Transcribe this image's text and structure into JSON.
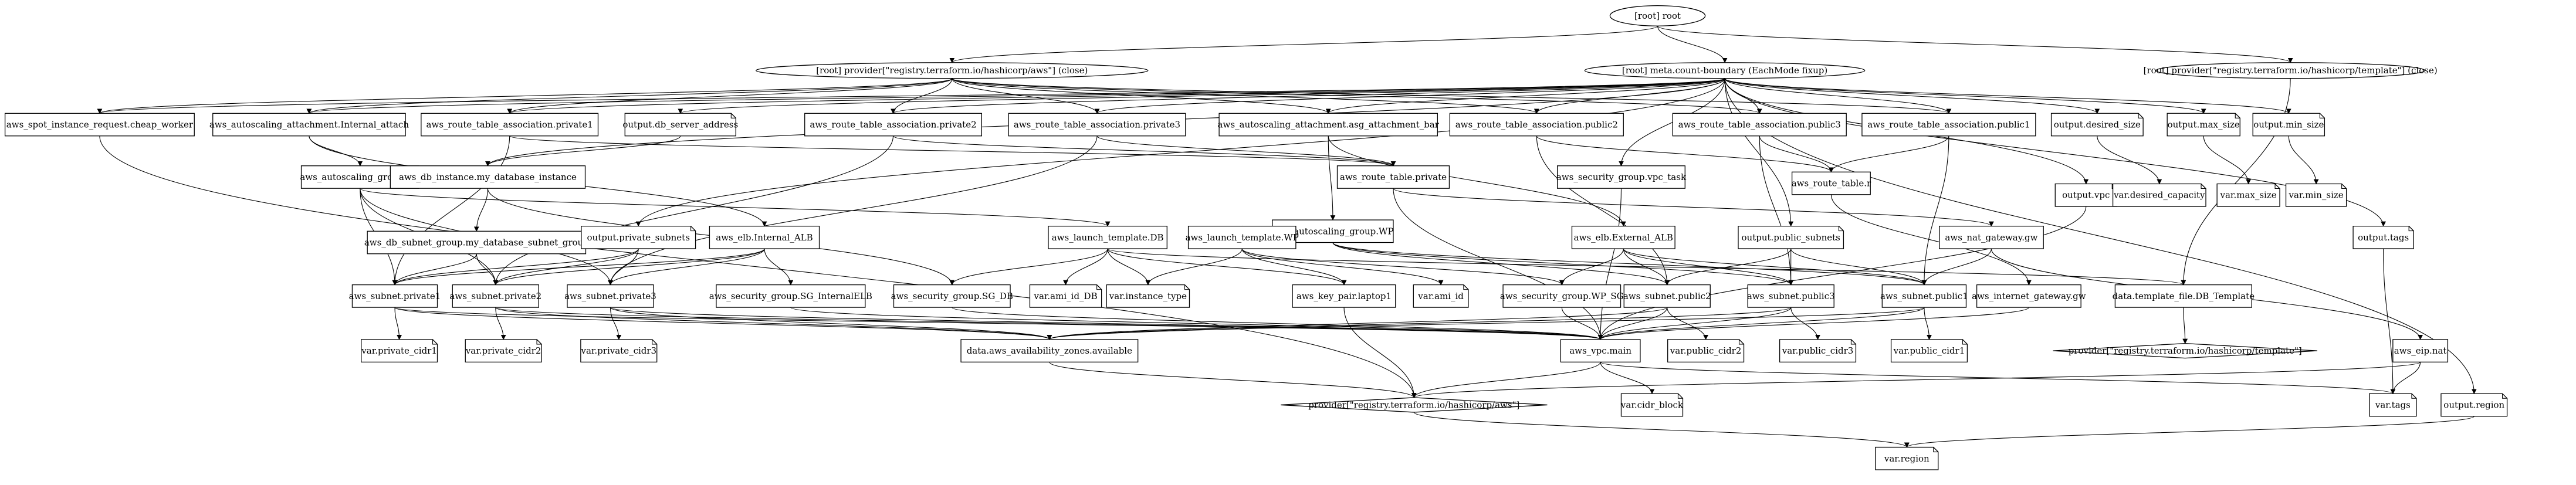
{
  "nodes": {
    "root": {
      "label": "[root] root",
      "shape": "ellipse"
    },
    "prov_aws_close": {
      "label": "[root] provider[\"registry.terraform.io/hashicorp/aws\"] (close)",
      "shape": "ellipse"
    },
    "meta": {
      "label": "[root] meta.count-boundary (EachMode fixup)",
      "shape": "ellipse"
    },
    "prov_tpl_close": {
      "label": "[root] provider[\"registry.terraform.io/hashicorp/template\"] (close)",
      "shape": "ellipse"
    },
    "spot": {
      "label": "aws_spot_instance_request.cheap_worker",
      "shape": "box"
    },
    "asa_internal": {
      "label": "aws_autoscaling_attachment.Internal_attach",
      "shape": "box"
    },
    "rta_priv1": {
      "label": "aws_route_table_association.private1",
      "shape": "box"
    },
    "out_db": {
      "label": "output.db_server_address",
      "shape": "note"
    },
    "rta_priv2": {
      "label": "aws_route_table_association.private2",
      "shape": "box"
    },
    "rta_priv3": {
      "label": "aws_route_table_association.private3",
      "shape": "box"
    },
    "asa_bar": {
      "label": "aws_autoscaling_attachment.asg_attachment_bar",
      "shape": "box"
    },
    "rta_pub2": {
      "label": "aws_route_table_association.public2",
      "shape": "box"
    },
    "rta_pub3": {
      "label": "aws_route_table_association.public3",
      "shape": "box"
    },
    "rta_pub1": {
      "label": "aws_route_table_association.public1",
      "shape": "box"
    },
    "out_desired": {
      "label": "output.desired_size",
      "shape": "note"
    },
    "out_max": {
      "label": "output.max_size",
      "shape": "note"
    },
    "out_min": {
      "label": "output.min_size",
      "shape": "note"
    },
    "asg_db": {
      "label": "aws_autoscaling_group.DB",
      "shape": "box"
    },
    "dbi": {
      "label": "aws_db_instance.my_database_instance",
      "shape": "box"
    },
    "rt_private": {
      "label": "aws_route_table.private",
      "shape": "box"
    },
    "sg_vpc_task": {
      "label": "aws_security_group.vpc_task",
      "shape": "box"
    },
    "rt_r": {
      "label": "aws_route_table.r",
      "shape": "box"
    },
    "out_vpc": {
      "label": "output.vpc",
      "shape": "note"
    },
    "var_desired": {
      "label": "var.desired_capacity",
      "shape": "note"
    },
    "var_max": {
      "label": "var.max_size",
      "shape": "note"
    },
    "var_min": {
      "label": "var.min_size",
      "shape": "note"
    },
    "asg_wp": {
      "label": "aws_autoscaling_group.WP",
      "shape": "box"
    },
    "dbsg": {
      "label": "aws_db_subnet_group.my_database_subnet_group",
      "shape": "box"
    },
    "out_priv_subnets": {
      "label": "output.private_subnets",
      "shape": "note"
    },
    "elb_internal": {
      "label": "aws_elb.Internal_ALB",
      "shape": "box"
    },
    "lt_db": {
      "label": "aws_launch_template.DB",
      "shape": "box"
    },
    "lt_wp": {
      "label": "aws_launch_template.WP",
      "shape": "box"
    },
    "elb_external": {
      "label": "aws_elb.External_ALB",
      "shape": "box"
    },
    "out_pub_subnets": {
      "label": "output.public_subnets",
      "shape": "note"
    },
    "nat_gw": {
      "label": "aws_nat_gateway.gw",
      "shape": "box"
    },
    "out_tags": {
      "label": "output.tags",
      "shape": "note"
    },
    "sub_priv1": {
      "label": "aws_subnet.private1",
      "shape": "box"
    },
    "sub_priv2": {
      "label": "aws_subnet.private2",
      "shape": "box"
    },
    "sub_priv3": {
      "label": "aws_subnet.private3",
      "shape": "box"
    },
    "sg_internal_elb": {
      "label": "aws_security_group.SG_InternalELB",
      "shape": "box"
    },
    "sg_db": {
      "label": "aws_security_group.SG_DB",
      "shape": "box"
    },
    "var_ami_db": {
      "label": "var.ami_id_DB",
      "shape": "note"
    },
    "var_instance_type": {
      "label": "var.instance_type",
      "shape": "note"
    },
    "kp": {
      "label": "aws_key_pair.laptop1",
      "shape": "box"
    },
    "var_ami_id": {
      "label": "var.ami_id",
      "shape": "note"
    },
    "sg_wp": {
      "label": "aws_security_group.WP_SG",
      "shape": "box"
    },
    "sub_pub2": {
      "label": "aws_subnet.public2",
      "shape": "box"
    },
    "sub_pub3": {
      "label": "aws_subnet.public3",
      "shape": "box"
    },
    "sub_pub1": {
      "label": "aws_subnet.public1",
      "shape": "box"
    },
    "igw": {
      "label": "aws_internet_gateway.gw",
      "shape": "box"
    },
    "tpl": {
      "label": "data.template_file.DB_Template",
      "shape": "box"
    },
    "var_priv_cidr1": {
      "label": "var.private_cidr1",
      "shape": "note"
    },
    "var_priv_cidr2": {
      "label": "var.private_cidr2",
      "shape": "note"
    },
    "var_priv_cidr3": {
      "label": "var.private_cidr3",
      "shape": "note"
    },
    "azs": {
      "label": "data.aws_availability_zones.available",
      "shape": "box"
    },
    "vpc": {
      "label": "aws_vpc.main",
      "shape": "box"
    },
    "var_pub_cidr2": {
      "label": "var.public_cidr2",
      "shape": "note"
    },
    "var_pub_cidr3": {
      "label": "var.public_cidr3",
      "shape": "note"
    },
    "var_pub_cidr1": {
      "label": "var.public_cidr1",
      "shape": "note"
    },
    "prov_tpl": {
      "label": "provider[\"registry.terraform.io/hashicorp/template\"]",
      "shape": "diamond"
    },
    "eip": {
      "label": "aws_eip.nat",
      "shape": "box"
    },
    "prov_aws": {
      "label": "provider[\"registry.terraform.io/hashicorp/aws\"]",
      "shape": "diamond"
    },
    "var_cidr": {
      "label": "var.cidr_block",
      "shape": "note"
    },
    "var_tags": {
      "label": "var.tags",
      "shape": "note"
    },
    "out_region": {
      "label": "output.region",
      "shape": "note"
    },
    "var_region": {
      "label": "var.region",
      "shape": "note"
    }
  },
  "edges": [
    [
      "root",
      "prov_aws_close"
    ],
    [
      "root",
      "meta"
    ],
    [
      "root",
      "prov_tpl_close"
    ],
    [
      "prov_aws_close",
      "spot"
    ],
    [
      "prov_aws_close",
      "asa_internal"
    ],
    [
      "prov_aws_close",
      "rta_priv1"
    ],
    [
      "prov_aws_close",
      "rta_priv2"
    ],
    [
      "prov_aws_close",
      "rta_priv3"
    ],
    [
      "prov_aws_close",
      "asa_bar"
    ],
    [
      "prov_aws_close",
      "rta_pub2"
    ],
    [
      "prov_aws_close",
      "rta_pub3"
    ],
    [
      "prov_aws_close",
      "rta_pub1"
    ],
    [
      "prov_tpl_close",
      "tpl"
    ],
    [
      "meta",
      "spot"
    ],
    [
      "meta",
      "asa_internal"
    ],
    [
      "meta",
      "out_db"
    ],
    [
      "meta",
      "rta_priv1"
    ],
    [
      "meta",
      "rta_priv2"
    ],
    [
      "meta",
      "rta_priv3"
    ],
    [
      "meta",
      "asa_bar"
    ],
    [
      "meta",
      "rta_pub2"
    ],
    [
      "meta",
      "rta_pub3"
    ],
    [
      "meta",
      "rta_pub1"
    ],
    [
      "meta",
      "out_desired"
    ],
    [
      "meta",
      "out_max"
    ],
    [
      "meta",
      "out_min"
    ],
    [
      "meta",
      "out_vpc"
    ],
    [
      "meta",
      "out_priv_subnets"
    ],
    [
      "meta",
      "out_pub_subnets"
    ],
    [
      "meta",
      "out_tags"
    ],
    [
      "meta",
      "out_region"
    ],
    [
      "meta",
      "dbi"
    ],
    [
      "meta",
      "sg_vpc_task"
    ],
    [
      "spot",
      "prov_aws"
    ],
    [
      "asa_internal",
      "asg_db"
    ],
    [
      "asa_internal",
      "elb_internal"
    ],
    [
      "rta_priv1",
      "rt_private"
    ],
    [
      "rta_priv1",
      "sub_priv1"
    ],
    [
      "out_db",
      "dbi"
    ],
    [
      "rta_priv2",
      "rt_private"
    ],
    [
      "rta_priv2",
      "sub_priv2"
    ],
    [
      "rta_priv3",
      "rt_private"
    ],
    [
      "rta_priv3",
      "sub_priv3"
    ],
    [
      "asa_bar",
      "asg_wp"
    ],
    [
      "asa_bar",
      "elb_external"
    ],
    [
      "rta_pub2",
      "rt_r"
    ],
    [
      "rta_pub2",
      "sub_pub2"
    ],
    [
      "rta_pub3",
      "rt_r"
    ],
    [
      "rta_pub3",
      "sub_pub3"
    ],
    [
      "rta_pub1",
      "rt_r"
    ],
    [
      "rta_pub1",
      "sub_pub1"
    ],
    [
      "out_desired",
      "var_desired"
    ],
    [
      "out_max",
      "var_max"
    ],
    [
      "out_min",
      "var_min"
    ],
    [
      "asg_db",
      "lt_db"
    ],
    [
      "asg_db",
      "sub_priv1"
    ],
    [
      "asg_db",
      "sub_priv2"
    ],
    [
      "asg_db",
      "sub_priv3"
    ],
    [
      "dbi",
      "dbsg"
    ],
    [
      "dbi",
      "sg_db"
    ],
    [
      "rt_private",
      "nat_gw"
    ],
    [
      "rt_private",
      "vpc"
    ],
    [
      "sg_vpc_task",
      "vpc"
    ],
    [
      "rt_r",
      "igw"
    ],
    [
      "out_vpc",
      "vpc"
    ],
    [
      "asg_wp",
      "lt_wp"
    ],
    [
      "asg_wp",
      "sub_pub1"
    ],
    [
      "asg_wp",
      "sub_pub2"
    ],
    [
      "asg_wp",
      "sub_pub3"
    ],
    [
      "dbsg",
      "sub_priv1"
    ],
    [
      "dbsg",
      "sub_priv2"
    ],
    [
      "out_priv_subnets",
      "sub_priv1"
    ],
    [
      "out_priv_subnets",
      "sub_priv2"
    ],
    [
      "out_priv_subnets",
      "sub_priv3"
    ],
    [
      "elb_internal",
      "sg_internal_elb"
    ],
    [
      "elb_internal",
      "sub_priv1"
    ],
    [
      "elb_internal",
      "sub_priv2"
    ],
    [
      "elb_internal",
      "sub_priv3"
    ],
    [
      "lt_db",
      "sg_db"
    ],
    [
      "lt_db",
      "var_ami_db"
    ],
    [
      "lt_db",
      "var_instance_type"
    ],
    [
      "lt_db",
      "kp"
    ],
    [
      "lt_db",
      "tpl"
    ],
    [
      "lt_wp",
      "var_instance_type"
    ],
    [
      "lt_wp",
      "kp"
    ],
    [
      "lt_wp",
      "var_ami_id"
    ],
    [
      "lt_wp",
      "sg_wp"
    ],
    [
      "elb_external",
      "sg_wp"
    ],
    [
      "elb_external",
      "sub_pub2"
    ],
    [
      "elb_external",
      "sub_pub3"
    ],
    [
      "elb_external",
      "sub_pub1"
    ],
    [
      "out_pub_subnets",
      "sub_pub1"
    ],
    [
      "out_pub_subnets",
      "sub_pub2"
    ],
    [
      "out_pub_subnets",
      "sub_pub3"
    ],
    [
      "nat_gw",
      "sub_pub1"
    ],
    [
      "nat_gw",
      "eip"
    ],
    [
      "out_tags",
      "var_tags"
    ],
    [
      "sub_priv1",
      "var_priv_cidr1"
    ],
    [
      "sub_priv1",
      "azs"
    ],
    [
      "sub_priv1",
      "vpc"
    ],
    [
      "sub_priv2",
      "var_priv_cidr2"
    ],
    [
      "sub_priv2",
      "azs"
    ],
    [
      "sub_priv2",
      "vpc"
    ],
    [
      "sub_priv3",
      "var_priv_cidr3"
    ],
    [
      "sub_priv3",
      "azs"
    ],
    [
      "sub_priv3",
      "vpc"
    ],
    [
      "sg_internal_elb",
      "vpc"
    ],
    [
      "sg_db",
      "vpc"
    ],
    [
      "sg_wp",
      "vpc"
    ],
    [
      "kp",
      "prov_aws"
    ],
    [
      "sub_pub2",
      "var_pub_cidr2"
    ],
    [
      "sub_pub2",
      "azs"
    ],
    [
      "sub_pub2",
      "vpc"
    ],
    [
      "sub_pub3",
      "var_pub_cidr3"
    ],
    [
      "sub_pub3",
      "azs"
    ],
    [
      "sub_pub3",
      "vpc"
    ],
    [
      "sub_pub1",
      "var_pub_cidr1"
    ],
    [
      "sub_pub1",
      "azs"
    ],
    [
      "sub_pub1",
      "vpc"
    ],
    [
      "igw",
      "vpc"
    ],
    [
      "tpl",
      "prov_tpl"
    ],
    [
      "azs",
      "prov_aws"
    ],
    [
      "vpc",
      "prov_aws"
    ],
    [
      "vpc",
      "var_cidr"
    ],
    [
      "vpc",
      "var_tags"
    ],
    [
      "eip",
      "prov_aws"
    ],
    [
      "eip",
      "var_tags"
    ],
    [
      "prov_aws",
      "var_region"
    ],
    [
      "out_region",
      "var_region"
    ]
  ]
}
